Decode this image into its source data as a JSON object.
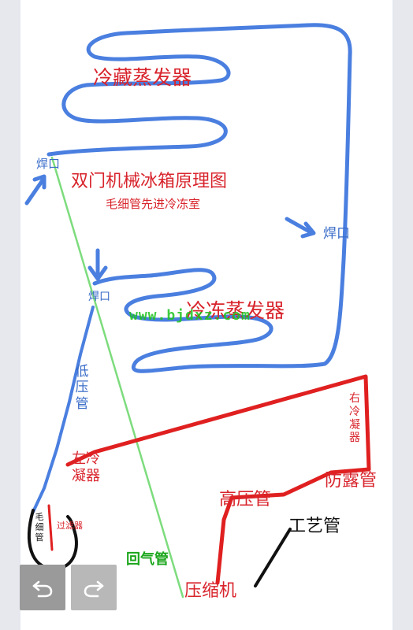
{
  "diagram": {
    "title": "双门机械冰箱原理图",
    "subtitle": "毛细管先进冷冻室",
    "fridge_evaporator": "冷藏蒸发器",
    "freezer_evaporator": "冷冻蒸发器",
    "weld_top_left": "焊口",
    "weld_right": "焊口",
    "weld_mid": "焊口",
    "low_pressure_pipe": "低压管",
    "left_condenser": "左冷凝器",
    "right_condenser": "右冷凝器",
    "dew_pipe": "防露管",
    "high_pressure_pipe": "高压管",
    "process_pipe": "工艺管",
    "compressor": "压缩机",
    "return_pipe": "回气管",
    "capillary": "毛细管",
    "filter": "过滤器",
    "watermark": "www.bjdxz.com"
  },
  "toolbar": {
    "undo_icon": "undo-icon",
    "redo_icon": "redo-icon"
  },
  "colors": {
    "blue_pipe": "#4a7fe0",
    "red_pipe": "#e02020",
    "green_pipe": "#6fdc6f",
    "black_pipe": "#111111"
  }
}
